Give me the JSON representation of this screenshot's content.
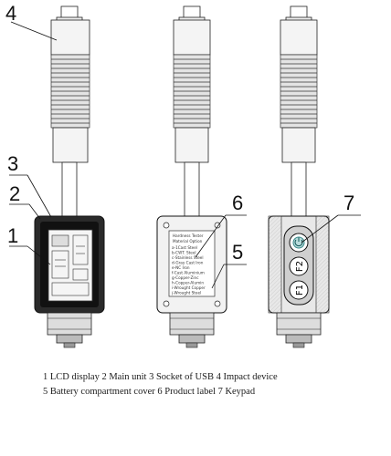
{
  "callouts": [
    {
      "number": "1",
      "label": "LCD display"
    },
    {
      "number": "2",
      "label": "Main unit"
    },
    {
      "number": "3",
      "label": "Socket of USB"
    },
    {
      "number": "4",
      "label": "Impact device"
    },
    {
      "number": "5",
      "label": "Battery compartment cover"
    },
    {
      "number": "6",
      "label": "Product label"
    },
    {
      "number": "7",
      "label": "Keypad"
    }
  ],
  "caption": {
    "line1": "1 LCD display  2 Main unit  3 Socket of USB   4 Impact device",
    "line2": "5 Battery compartment cover   6 Product label   7 Keypad"
  },
  "product_label": {
    "title_line1": "Hardness Tester",
    "title_line2": "Material Option",
    "rows": [
      "a-1Cast Steel",
      "b-CWT. Steel",
      "c-Stainless Steel",
      "d-Gray Cast Iron",
      "e-NC Iron",
      "f-Cast Aluminium",
      "g-Copper-Zinc",
      "h-Copper-Alumin",
      "i-Wrought Copper",
      "j-Wrought Steel"
    ]
  },
  "keypad": {
    "f1": "F1",
    "f2": "F2"
  }
}
